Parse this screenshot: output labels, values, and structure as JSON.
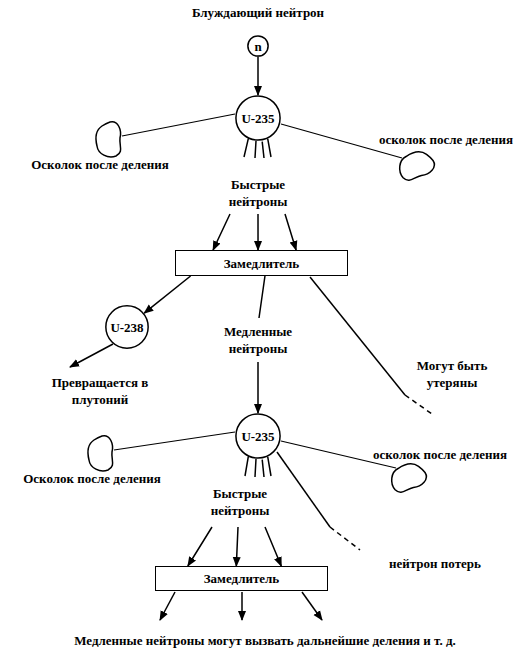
{
  "diagram": {
    "title": "Блуждающий нейтрон",
    "nodes": [
      {
        "text": [
          "n"
        ]
      },
      {
        "text": [
          "U-235"
        ]
      },
      {
        "text": [
          "Замедлитель"
        ]
      },
      {
        "text": [
          "U-238"
        ]
      },
      {
        "text": [
          "U-235"
        ]
      },
      {
        "text": [
          "Замедлитель"
        ]
      }
    ],
    "edges": [
      {
        "from": 0,
        "to": 1,
        "arrow": "to"
      },
      {
        "from": 1,
        "to": 2,
        "arrow": "to"
      },
      {
        "from": 1,
        "to": 2,
        "arrow": "to"
      },
      {
        "from": 1,
        "to": 2,
        "arrow": "to"
      },
      {
        "from": 2,
        "to": 3,
        "arrow": "to"
      },
      {
        "from": 2,
        "to": 4,
        "arrow": "to",
        "label": "Медленные нейтроны"
      },
      {
        "from": 4,
        "to": 5,
        "arrow": "to"
      },
      {
        "from": 4,
        "to": 5,
        "arrow": "to"
      },
      {
        "from": 4,
        "to": 5,
        "arrow": "to"
      }
    ],
    "labels": [
      "Осколок после деления",
      "осколок после деления",
      "Быстрые нейтроны",
      "Превращается в плутоний",
      "Могут быть утеряны",
      "Осколок после деления",
      "осколок после деления",
      "Быстрые нейтроны",
      "нейтрон потерь",
      "Медленные нейтроны могут вызвать дальнейшие деления и т. д."
    ]
  }
}
